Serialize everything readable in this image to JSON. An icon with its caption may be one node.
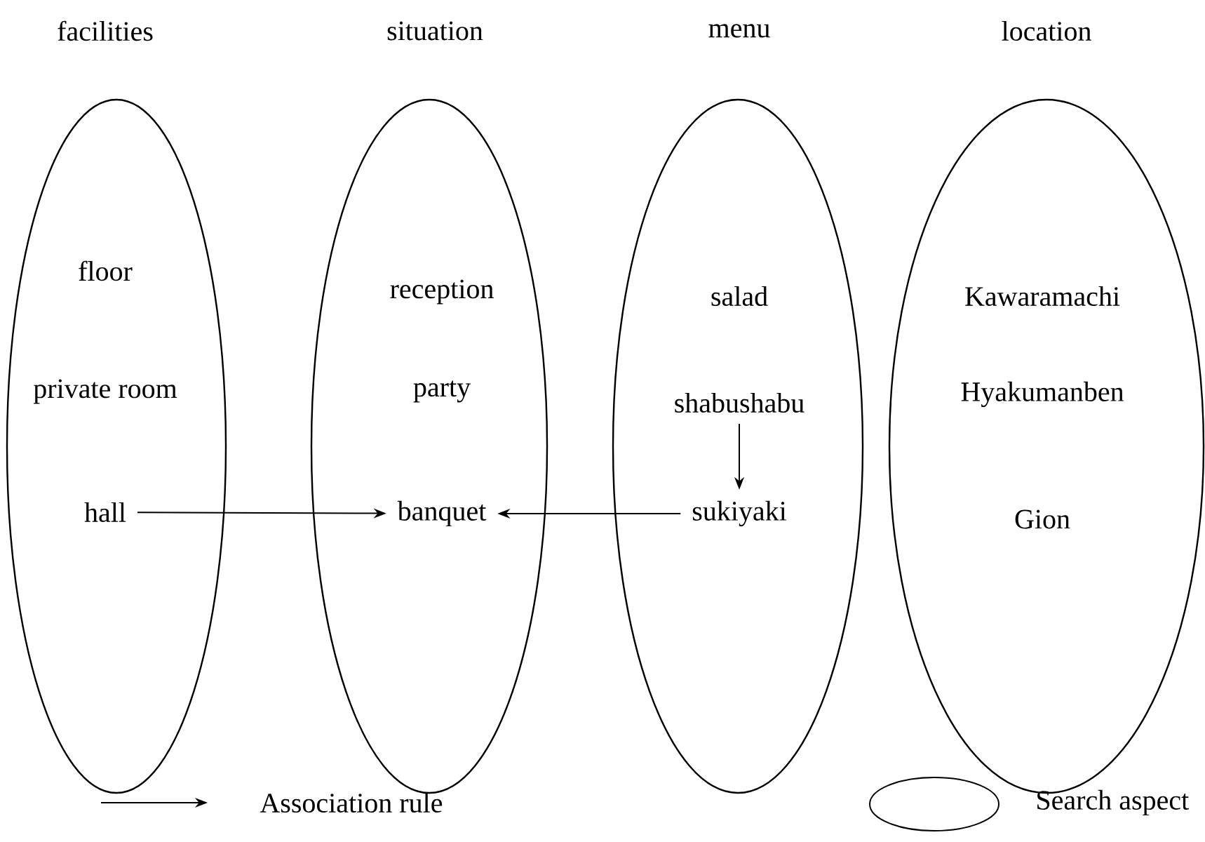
{
  "diagram": {
    "nodes": [
      {
        "text": [
          "facilities"
        ]
      },
      {
        "text": [
          "floor"
        ],
        "in": 0
      },
      {
        "text": [
          "private room"
        ],
        "in": 0
      },
      {
        "text": [
          "hall"
        ],
        "in": 0
      },
      {
        "text": [
          "situation"
        ]
      },
      {
        "text": [
          "reception"
        ],
        "in": 4
      },
      {
        "text": [
          "party"
        ],
        "in": 4
      },
      {
        "text": [
          "banquet"
        ],
        "in": 4
      },
      {
        "text": [
          "menu"
        ]
      },
      {
        "text": [
          "salad"
        ],
        "in": 8
      },
      {
        "text": [
          "shabushabu"
        ],
        "in": 8
      },
      {
        "text": [
          "sukiyaki"
        ],
        "in": 8
      },
      {
        "text": [
          "location"
        ]
      },
      {
        "text": [
          "Kawaramachi"
        ],
        "in": 12
      },
      {
        "text": [
          "Hyakumanben"
        ],
        "in": 12
      },
      {
        "text": [
          "Gion"
        ],
        "in": 12
      }
    ],
    "edges": [
      {
        "from": 3,
        "to": 7,
        "arrow": "to"
      },
      {
        "from": 11,
        "to": 7,
        "arrow": "to"
      },
      {
        "from": 10,
        "to": 11,
        "arrow": "to"
      }
    ],
    "legend": [
      {
        "text": "Association rule"
      },
      {
        "text": "Search aspect"
      }
    ]
  }
}
